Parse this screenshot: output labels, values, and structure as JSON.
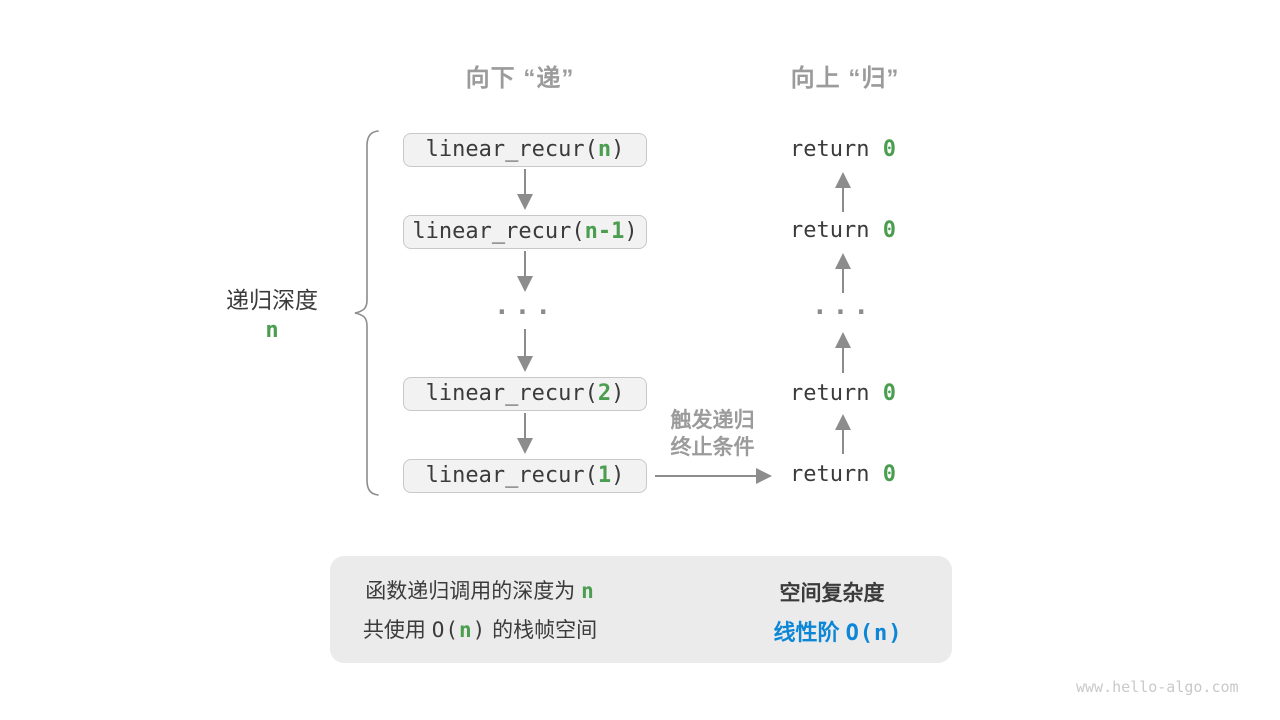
{
  "colors": {
    "green": "#4B9E50",
    "blue": "#0C86D6",
    "gray_heading": "#9B9B9B",
    "arrow": "#8C8C8C",
    "box_fill": "#F2F2F2",
    "box_border": "#C8C8C8",
    "text_dark": "#3B3B3B",
    "summary_bg": "#EBEBEB",
    "block_arrow": "#C5C5C5",
    "watermark": "#C9C9C9"
  },
  "headers": {
    "down": "向下 “递”",
    "up": "向上 “归”"
  },
  "depth_label": {
    "text": "递归深度",
    "value": "n"
  },
  "call_stack": {
    "ellipsis": "...",
    "boxes": [
      {
        "prefix": "linear_recur(",
        "arg": "n",
        "suffix": ")"
      },
      {
        "prefix": "linear_recur(",
        "arg": "n-1",
        "suffix": ")"
      },
      {
        "prefix": "linear_recur(",
        "arg": "2",
        "suffix": ")"
      },
      {
        "prefix": "linear_recur(",
        "arg": "1",
        "suffix": ")"
      }
    ]
  },
  "returns": {
    "ellipsis": "...",
    "items": [
      {
        "label": "return ",
        "value": "0"
      },
      {
        "label": "return ",
        "value": "0"
      },
      {
        "label": "return ",
        "value": "0"
      },
      {
        "label": "return ",
        "value": "0"
      }
    ]
  },
  "trigger_label": {
    "line1": "触发递归",
    "line2": "终止条件"
  },
  "summary": {
    "line1_prefix": "函数递归调用的深度为 ",
    "line1_n": "n",
    "line2_prefix": "共使用 ",
    "line2_code_open": "O(",
    "line2_n": "n",
    "line2_code_close": ")",
    "line2_suffix": " 的栈帧空间",
    "right_title": "空间复杂度",
    "right_result_text": "线性阶 ",
    "right_result_code": "O(n)"
  },
  "watermark": "www.hello-algo.com"
}
